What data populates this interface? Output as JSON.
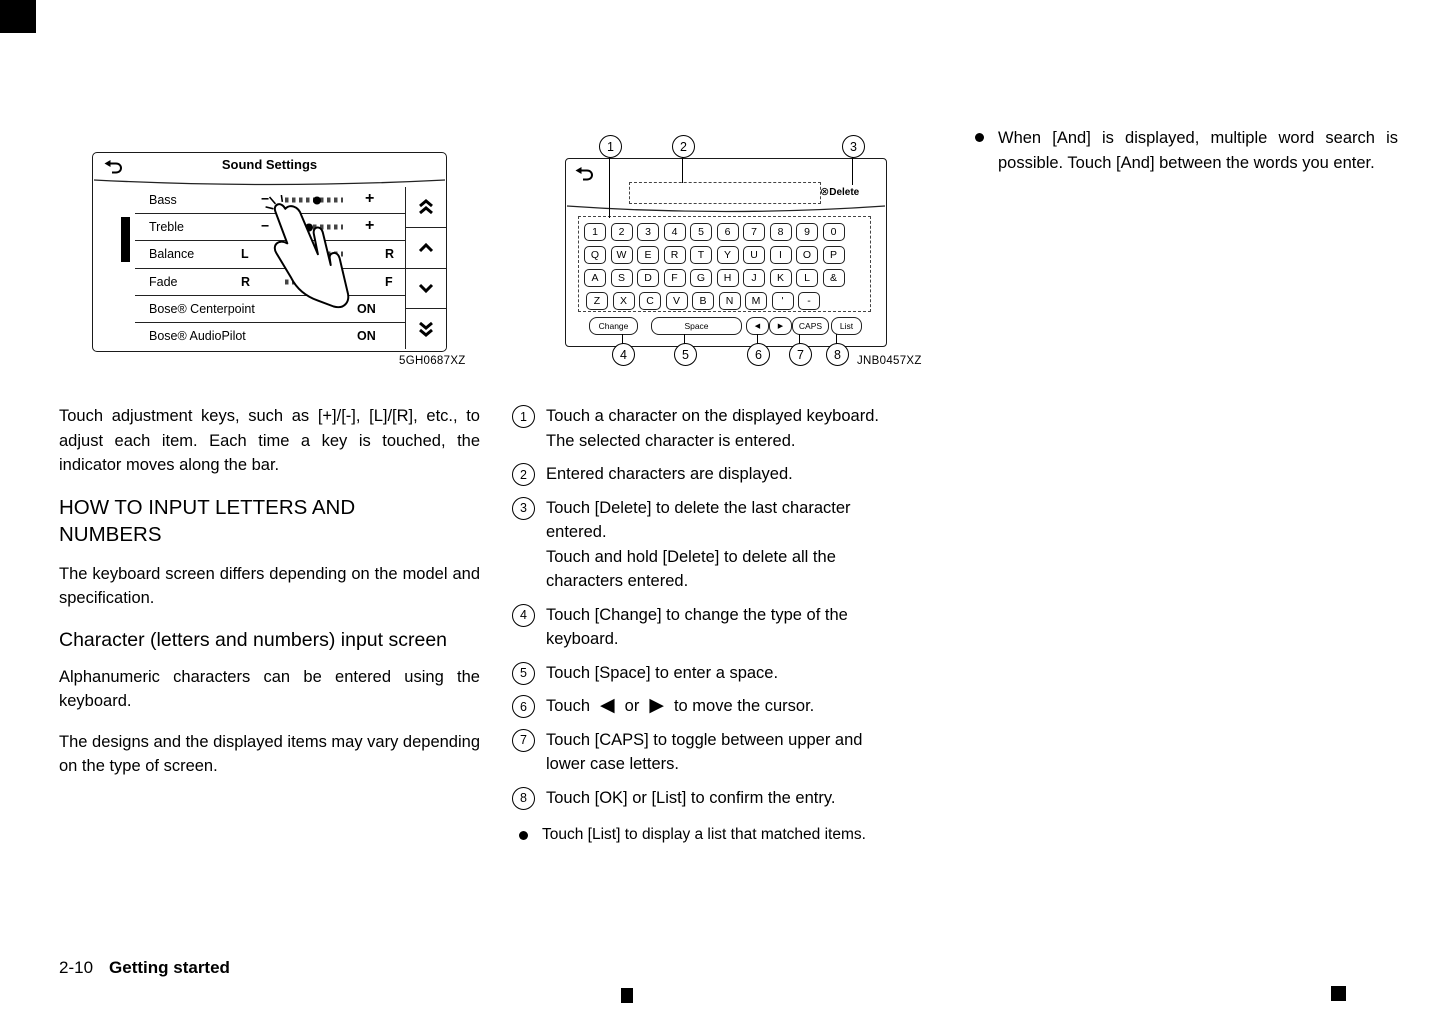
{
  "page": {
    "footer_number": "2-10",
    "footer_label": "Getting started"
  },
  "figures": {
    "sound_settings": {
      "caption": "5GH0687XZ",
      "title": "Sound Settings",
      "rows": [
        {
          "label": "Bass",
          "minus": "−",
          "plus": "+"
        },
        {
          "label": "Treble",
          "minus": "−",
          "plus": "+"
        },
        {
          "label": "Balance",
          "left": "L",
          "right": "R"
        },
        {
          "label": "Fade",
          "left": "R",
          "right": "F"
        },
        {
          "label": "Bose® Centerpoint",
          "value": "ON"
        },
        {
          "label": "Bose® AudioPilot",
          "value": "ON"
        }
      ]
    },
    "keyboard": {
      "caption": "JNB0457XZ",
      "delete_icon": "⊗",
      "delete_label": "Delete",
      "rows": {
        "row1": [
          "1",
          "2",
          "3",
          "4",
          "5",
          "6",
          "7",
          "8",
          "9",
          "0"
        ],
        "row2": [
          "Q",
          "W",
          "E",
          "R",
          "T",
          "Y",
          "U",
          "I",
          "O",
          "P"
        ],
        "row3": [
          "A",
          "S",
          "D",
          "F",
          "G",
          "H",
          "J",
          "K",
          "L",
          "&"
        ],
        "row4": [
          "Z",
          "X",
          "C",
          "V",
          "B",
          "N",
          "M",
          "'",
          "-"
        ]
      },
      "bottom_row": {
        "change": "Change",
        "space": "Space",
        "left_arrow": "◀",
        "right_arrow": "▶",
        "caps": "CAPS",
        "list": "List"
      },
      "callouts_top": [
        "1",
        "2",
        "3"
      ],
      "callouts_bottom": [
        "4",
        "5",
        "6",
        "7",
        "8"
      ]
    }
  },
  "left_column": {
    "para1": "Touch adjustment keys, such as [+]/[-], [L]/[R], etc., to adjust each item. Each time a key is touched, the indicator moves along the bar.",
    "heading1": "HOW TO INPUT LETTERS AND NUMBERS",
    "para2": "The keyboard screen differs depending on the model and specification.",
    "heading2": "Character (letters and numbers) input screen",
    "para3": "Alphanumeric characters can be entered using the keyboard.",
    "para4": "The designs and the displayed items may vary depending on the type of screen."
  },
  "instructions": {
    "items": [
      {
        "num": "1",
        "text": "Touch a character on the displayed keyboard. The selected character is entered."
      },
      {
        "num": "2",
        "text": "Entered characters are displayed."
      },
      {
        "num": "3",
        "text": "Touch [Delete] to delete the last character entered.\nTouch and hold [Delete] to delete all the characters entered."
      },
      {
        "num": "4",
        "text": "Touch [Change] to change the type of the keyboard."
      },
      {
        "num": "5",
        "text": "Touch [Space] to enter a space."
      },
      {
        "num": "6",
        "pre": "Touch",
        "left_arrow": "◀",
        "mid": "or",
        "right_arrow": "▶",
        "post": "to move the cursor."
      },
      {
        "num": "7",
        "text": "Touch [CAPS] to toggle between upper and lower case letters."
      },
      {
        "num": "8",
        "text": "Touch [OK] or [List] to confirm the entry."
      }
    ],
    "bullet": "Touch [List] to display a list that matched items."
  },
  "right_column": {
    "bullet": "When [And] is displayed, multiple word search is possible. Touch [And] between the words you enter."
  }
}
